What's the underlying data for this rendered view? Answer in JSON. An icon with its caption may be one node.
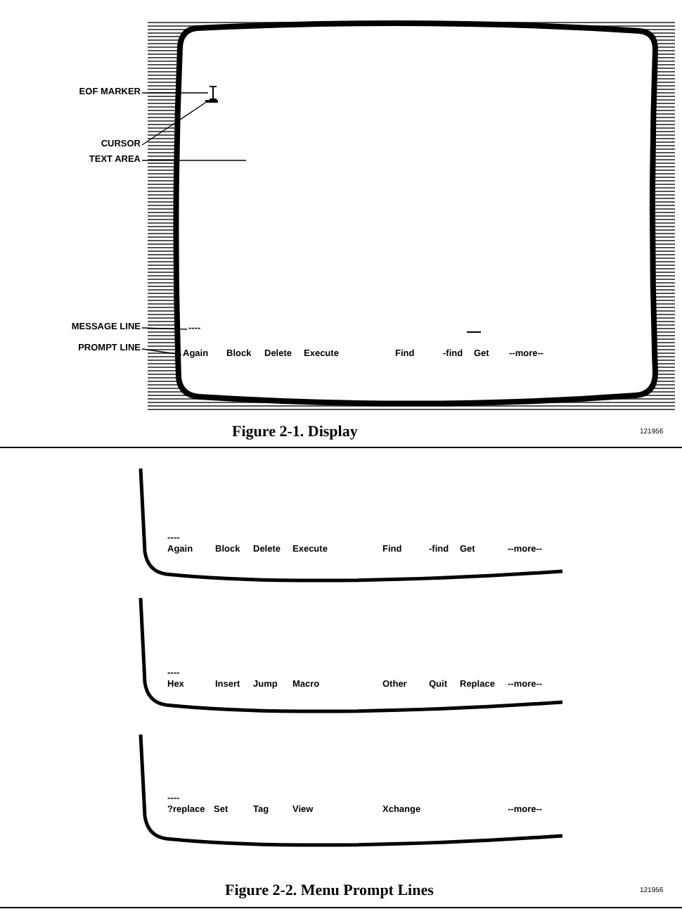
{
  "diagram": {
    "nodes": [
      {
        "text": [
          "EOF MARKER"
        ]
      },
      {
        "text": [
          "CURSOR"
        ]
      },
      {
        "text": [
          "TEXT AREA"
        ]
      },
      {
        "text": [
          "MESSAGE LINE"
        ]
      },
      {
        "text": [
          "PROMPT LINE"
        ]
      },
      {
        "text": [],
        "shape": "bar"
      },
      {
        "text": [],
        "shape": "bar"
      },
      {
        "text": [
          "Again"
        ]
      },
      {
        "text": [
          "----"
        ]
      }
    ],
    "edges": [
      {
        "from": 0,
        "to": 5,
        "arrow": "none"
      },
      {
        "from": 1,
        "to": 6,
        "arrow": "none"
      },
      {
        "from": 2,
        "to": null,
        "arrow": "none"
      },
      {
        "from": 3,
        "to": 8,
        "arrow": "none"
      },
      {
        "from": 4,
        "to": 7,
        "arrow": "none"
      }
    ],
    "labels": [
      "Block",
      "Delete",
      "Execute",
      "Find",
      "-find",
      "Get",
      "--more--",
      "Figure 2-1. Display",
      "121956",
      "----",
      "Again",
      "Block",
      "Delete",
      "Execute",
      "Find",
      "-find",
      "Get",
      "--more--",
      "----",
      "Hex",
      "Insert",
      "Jump",
      "Macro",
      "Other",
      "Quit",
      "Replace",
      "--more--",
      "----",
      "?replace",
      "Set",
      "Tag",
      "View",
      "Xchange",
      "--more--",
      "Figure 2-2. Menu Prompt Lines",
      "121956"
    ]
  }
}
